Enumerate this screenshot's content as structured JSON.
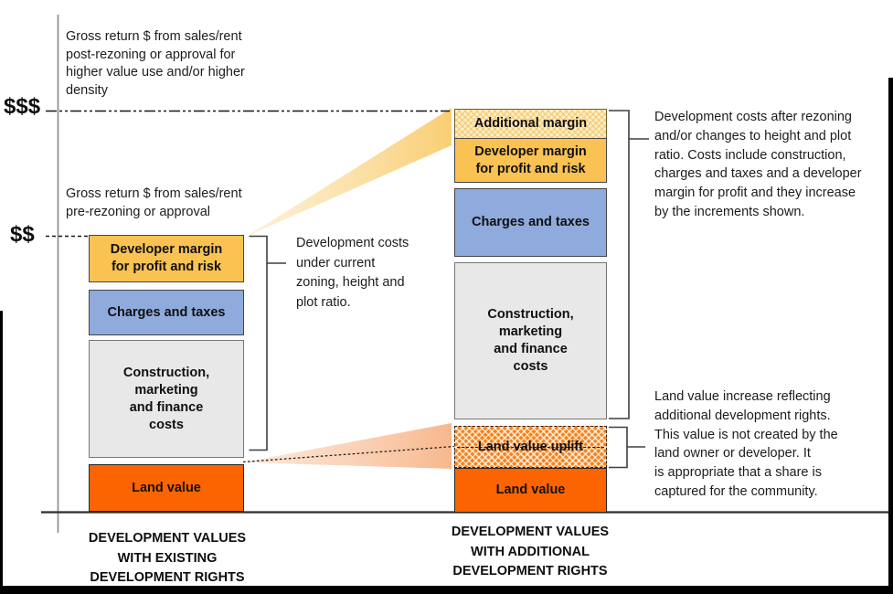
{
  "axis": {
    "high_label": "$$$",
    "low_label": "$$"
  },
  "notes": {
    "gross_return_post": "Gross return $ from sales/rent\npost-rezoning or approval for\nhigher value use and/or higher\ndensity",
    "gross_return_pre": "Gross return $ from sales/rent\npre-rezoning or approval",
    "dev_costs_current": "Development costs\nunder current\nzoning, height and\nplot ratio.",
    "dev_costs_after": "Development costs after rezoning\nand/or changes to height and plot\nratio. Costs include construction,\ncharges and taxes and a developer\nmargin for profit and they increase\nby the increments shown.",
    "land_value_increase": "Land value increase reflecting\nadditional development rights.\nThis value is not created by the\nland owner or developer. It\nis appropriate that a share is\ncaptured for the community."
  },
  "left_column": {
    "caption": "DEVELOPMENT VALUES\nWITH EXISTING\nDEVELOPMENT RIGHTS",
    "segments": [
      {
        "label": "Developer margin\nfor profit and risk",
        "color": "#F9C252"
      },
      {
        "label": "Charges and taxes",
        "color": "#8FAADC"
      },
      {
        "label": "Construction,\nmarketing\nand finance\ncosts",
        "color": "#E9E8E8"
      },
      {
        "label": "Land value",
        "color": "#FB6400"
      }
    ]
  },
  "right_column": {
    "caption": "DEVELOPMENT VALUES\nWITH ADDITIONAL\nDEVELOPMENT RIGHTS",
    "segments": [
      {
        "label": "Additional margin",
        "color": "#FCEFC9",
        "pattern": "yellow-hatch"
      },
      {
        "label": "Developer margin\nfor profit and risk",
        "color": "#F9C252"
      },
      {
        "label": "Charges and taxes",
        "color": "#8FAADC"
      },
      {
        "label": "Construction,\nmarketing\nand finance\ncosts",
        "color": "#E9E8E8"
      },
      {
        "label": "Land value uplift",
        "color": "#F5831C",
        "pattern": "orange-hatch"
      },
      {
        "label": "Land value",
        "color": "#FB6400"
      }
    ]
  },
  "colors": {
    "wedge_yellow": "#F9CB6B",
    "wedge_orange": "#F7B488",
    "axis_gray": "#8f8f8f"
  }
}
